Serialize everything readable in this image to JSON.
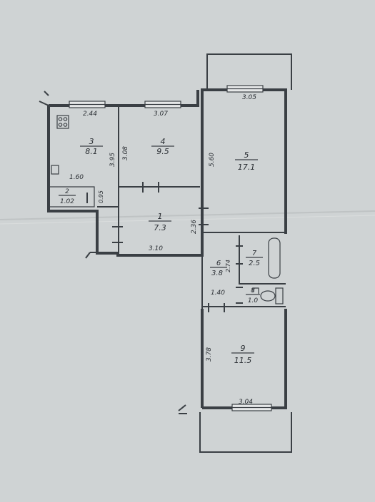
{
  "rooms": [
    {
      "number": "1",
      "area": "7.3"
    },
    {
      "number": "2",
      "area": "1.02"
    },
    {
      "number": "3",
      "area": "8.1"
    },
    {
      "number": "4",
      "area": "9.5"
    },
    {
      "number": "5",
      "area": "17.1"
    },
    {
      "number": "6",
      "area": "3.8"
    },
    {
      "number": "7",
      "area": "2.5"
    },
    {
      "number": "8",
      "area": "1.0"
    },
    {
      "number": "9",
      "area": "11.5"
    }
  ],
  "dimensions": {
    "room3_width": "2.44",
    "room3_length": "3.95",
    "room4_width": "3.07",
    "room4_length": "3.08",
    "room5_width": "3.05",
    "room5_length": "5.60",
    "room2_width": "1.60",
    "room2_length": "0.95",
    "room1_length": "2.36",
    "room1_width": "3.10",
    "room6_length": "2.74",
    "room6_width": "1.40",
    "room9_length": "3.78",
    "room9_width": "3.04"
  }
}
